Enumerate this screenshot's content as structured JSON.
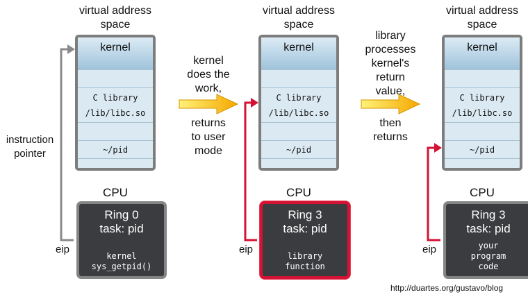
{
  "panels": [
    {
      "space_title": "virtual address space",
      "memory": {
        "kernel": "kernel",
        "lib_line1": "C library",
        "lib_line2": "/lib/libc.so",
        "pid": "~/pid"
      },
      "cpu_title": "CPU",
      "cpu": {
        "ring": "Ring 0",
        "task": "task: pid",
        "code_line1": "kernel",
        "code_line2": "sys_getpid()"
      },
      "eip": "eip",
      "eip_color": "#8a8a8a",
      "cpu_active": false
    },
    {
      "space_title": "virtual address space",
      "memory": {
        "kernel": "kernel",
        "lib_line1": "C library",
        "lib_line2": "/lib/libc.so",
        "pid": "~/pid"
      },
      "cpu_title": "CPU",
      "cpu": {
        "ring": "Ring 3",
        "task": "task: pid",
        "code_line1": "library",
        "code_line2": "function"
      },
      "eip": "eip",
      "eip_color": "#d41233",
      "cpu_active": true
    },
    {
      "space_title": "virtual address space",
      "memory": {
        "kernel": "kernel",
        "lib_line1": "C library",
        "lib_line2": "/lib/libc.so",
        "pid": "~/pid"
      },
      "cpu_title": "CPU",
      "cpu": {
        "ring": "Ring 3",
        "task": "task: pid",
        "code_line1": "your",
        "code_line2": "program",
        "code_line3": "code"
      },
      "eip": "eip",
      "eip_color": "#d41233",
      "cpu_active": false
    }
  ],
  "instruction_pointer_label": {
    "line1": "instruction",
    "line2": "pointer"
  },
  "transition_1": {
    "top": [
      "kernel",
      "does the",
      "work,"
    ],
    "bottom": [
      "returns",
      "to user",
      "mode"
    ]
  },
  "transition_2": {
    "top": [
      "library",
      "processes",
      "kernel's",
      "return",
      "value,"
    ],
    "bottom": [
      "then",
      "returns"
    ]
  },
  "credit": "http://duartes.org/gustavo/blog",
  "colors": {
    "memory_fill": "#dbe9f2",
    "memory_border": "#7d7d7d",
    "cpu_fill": "#3a3c3f",
    "active_red": "#d41233",
    "arrow_orange": "#f5a800"
  }
}
